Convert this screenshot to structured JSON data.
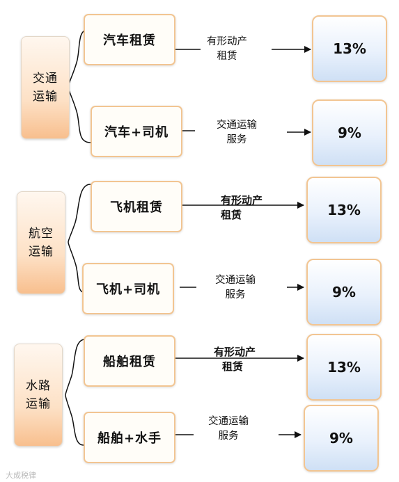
{
  "groups": [
    {
      "category": [
        "交通",
        "运输"
      ],
      "rows": [
        {
          "service": "汽车租赁",
          "tax_type": [
            "有形动产",
            "租赁"
          ],
          "rate": "13%"
        },
        {
          "service": "汽车+司机",
          "tax_type": [
            "交通运输",
            "服务"
          ],
          "rate": "9%"
        }
      ]
    },
    {
      "category": [
        "航空",
        "运输"
      ],
      "rows": [
        {
          "service": "飞机租赁",
          "tax_type": [
            "有形动产",
            "租赁"
          ],
          "rate": "13%"
        },
        {
          "service": "飞机+司机",
          "tax_type": [
            "交通运输",
            "服务"
          ],
          "rate": "9%"
        }
      ]
    },
    {
      "category": [
        "水路",
        "运输"
      ],
      "rows": [
        {
          "service": "船舶租赁",
          "tax_type": [
            "有形动产",
            "租赁"
          ],
          "rate": "13%"
        },
        {
          "service": "船舶+水手",
          "tax_type": [
            "交通运输",
            "服务"
          ],
          "rate": "9%"
        }
      ]
    }
  ],
  "watermark": "大成税律",
  "colors": {
    "box_border": "#f2c592",
    "category_fill": "#f8bf8e",
    "rate_fill": "#cfe0f5",
    "line": "#111111"
  }
}
